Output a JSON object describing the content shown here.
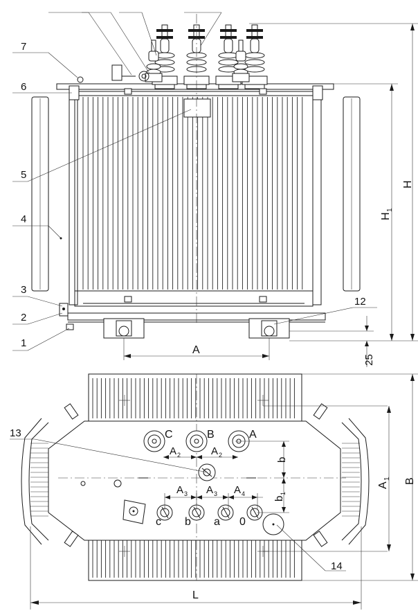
{
  "callouts": {
    "c1": "1",
    "c2": "2",
    "c3": "3",
    "c4": "4",
    "c5": "5",
    "c6": "6",
    "c7": "7",
    "c12": "12",
    "c13": "13",
    "c14": "14"
  },
  "dimensions": {
    "A": "A",
    "H": "H",
    "H1_main": "H",
    "H1_sub": "1",
    "d25": "25",
    "A1_main": "A",
    "A1_sub": "1",
    "B": "B",
    "L": "L",
    "A2_main": "A",
    "A2_sub": "2",
    "A3_main": "A",
    "A3_sub": "3",
    "A4_main": "A",
    "A4_sub": "4",
    "b": "b",
    "b1_main": "b",
    "b1_sub": "1"
  },
  "bushings": {
    "hv": [
      "C",
      "B",
      "A"
    ],
    "lv": [
      "c",
      "b",
      "a",
      "0"
    ]
  }
}
